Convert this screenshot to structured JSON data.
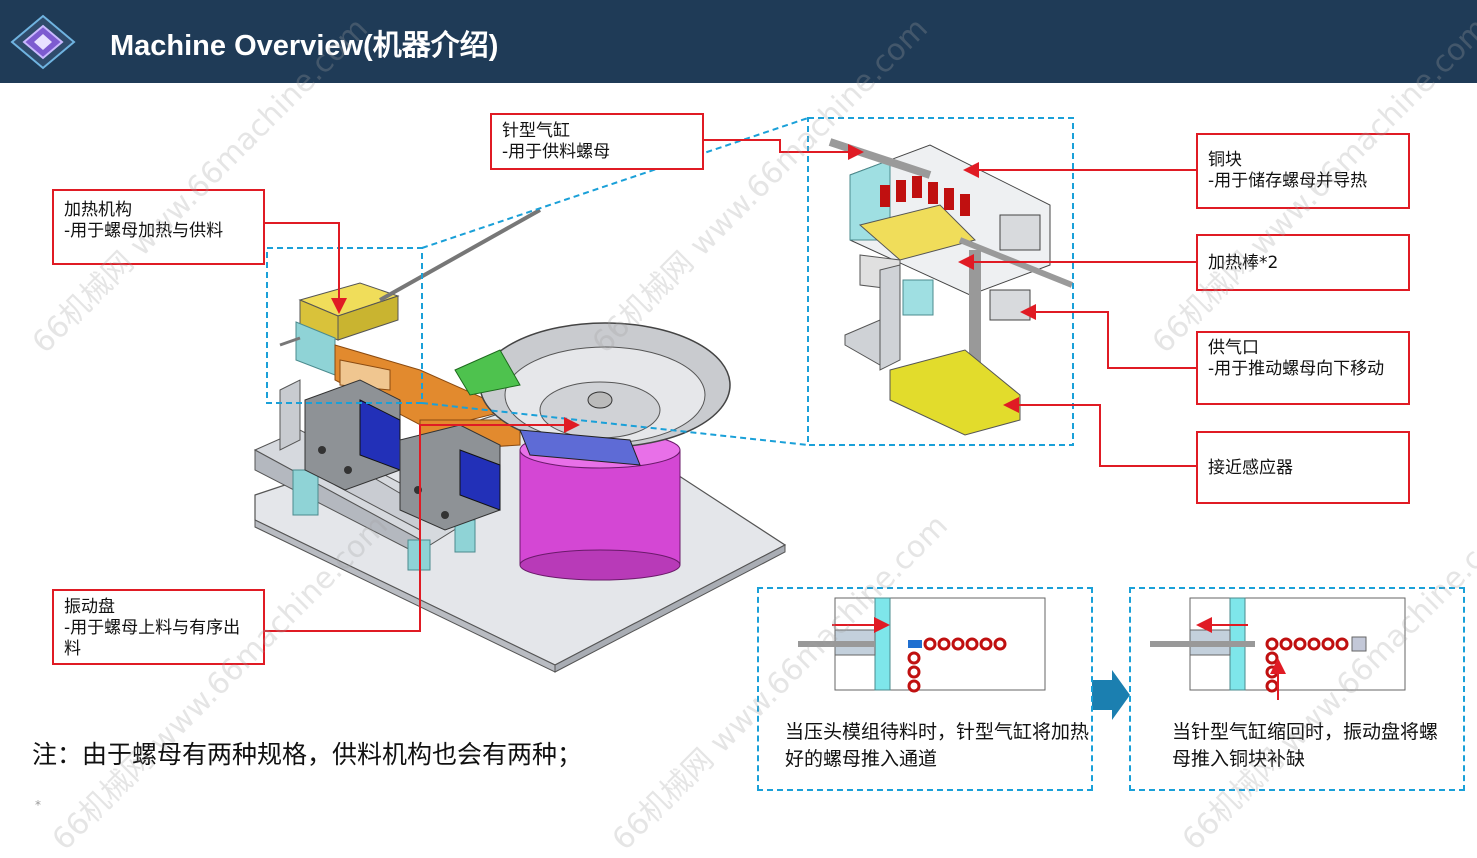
{
  "header": {
    "title": "Machine Overview(机器介绍)",
    "bg_color": "#1f3b57"
  },
  "callouts": {
    "heating": {
      "title": "加热机构",
      "desc": "-用于螺母加热与供料"
    },
    "cylinder": {
      "title": "针型气缸",
      "desc": "-用于供料螺母"
    },
    "bowl": {
      "title": "振动盘",
      "desc": "-用于螺母上料与有序出料"
    },
    "copper": {
      "title": "铜块",
      "desc": "-用于储存螺母并导热"
    },
    "heater_rod": {
      "title": "加热棒*2"
    },
    "air_inlet": {
      "title": "供气口",
      "desc": "-用于推动螺母向下移动"
    },
    "sensor": {
      "title": "接近感应器"
    }
  },
  "steps": {
    "step1": "当压头模组待料时，针型气缸将加热好的螺母推入通道",
    "step2": "当针型气缸缩回时，振动盘将螺母推入铜块补缺"
  },
  "note": "注：由于螺母有两种规格，供料机构也会有两种；",
  "footer_mark": "*",
  "watermark": "66机械网 www.66machine.com",
  "colors": {
    "callout_border": "#e01b24",
    "dash": "#1aa0d8",
    "arrow": "#1b7fb0"
  }
}
